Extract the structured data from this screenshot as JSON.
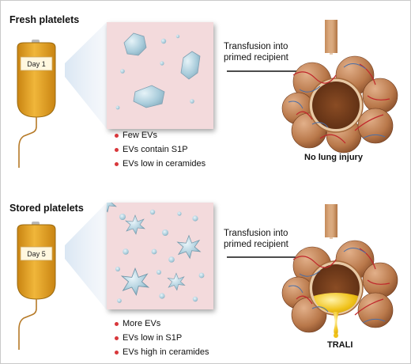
{
  "top": {
    "title": "Fresh platelets",
    "bag_label": "Day 1",
    "transfusion_line1": "Transfusion into",
    "transfusion_line2": "primed recipient",
    "bullets": [
      "Few EVs",
      "EVs contain S1P",
      "EVs low in ceramides"
    ],
    "outcome": "No lung injury"
  },
  "bottom": {
    "title": "Stored platelets",
    "bag_label": "Day 5",
    "transfusion_line1": "Transfusion into",
    "transfusion_line2": "primed recipient",
    "bullets": [
      "More EVs",
      "EVs low in S1P",
      "EVs high in ceramides"
    ],
    "outcome": "TRALI"
  },
  "colors": {
    "bag_fill": "#e0a422",
    "ev_box": "#f3dadc",
    "ev_particle": "#a9ccdb",
    "bullet_dot": "#d8373b",
    "vessel_red": "#c0262b",
    "alveolus": "#b9784a",
    "edema_fluid": "#f0c21a"
  }
}
